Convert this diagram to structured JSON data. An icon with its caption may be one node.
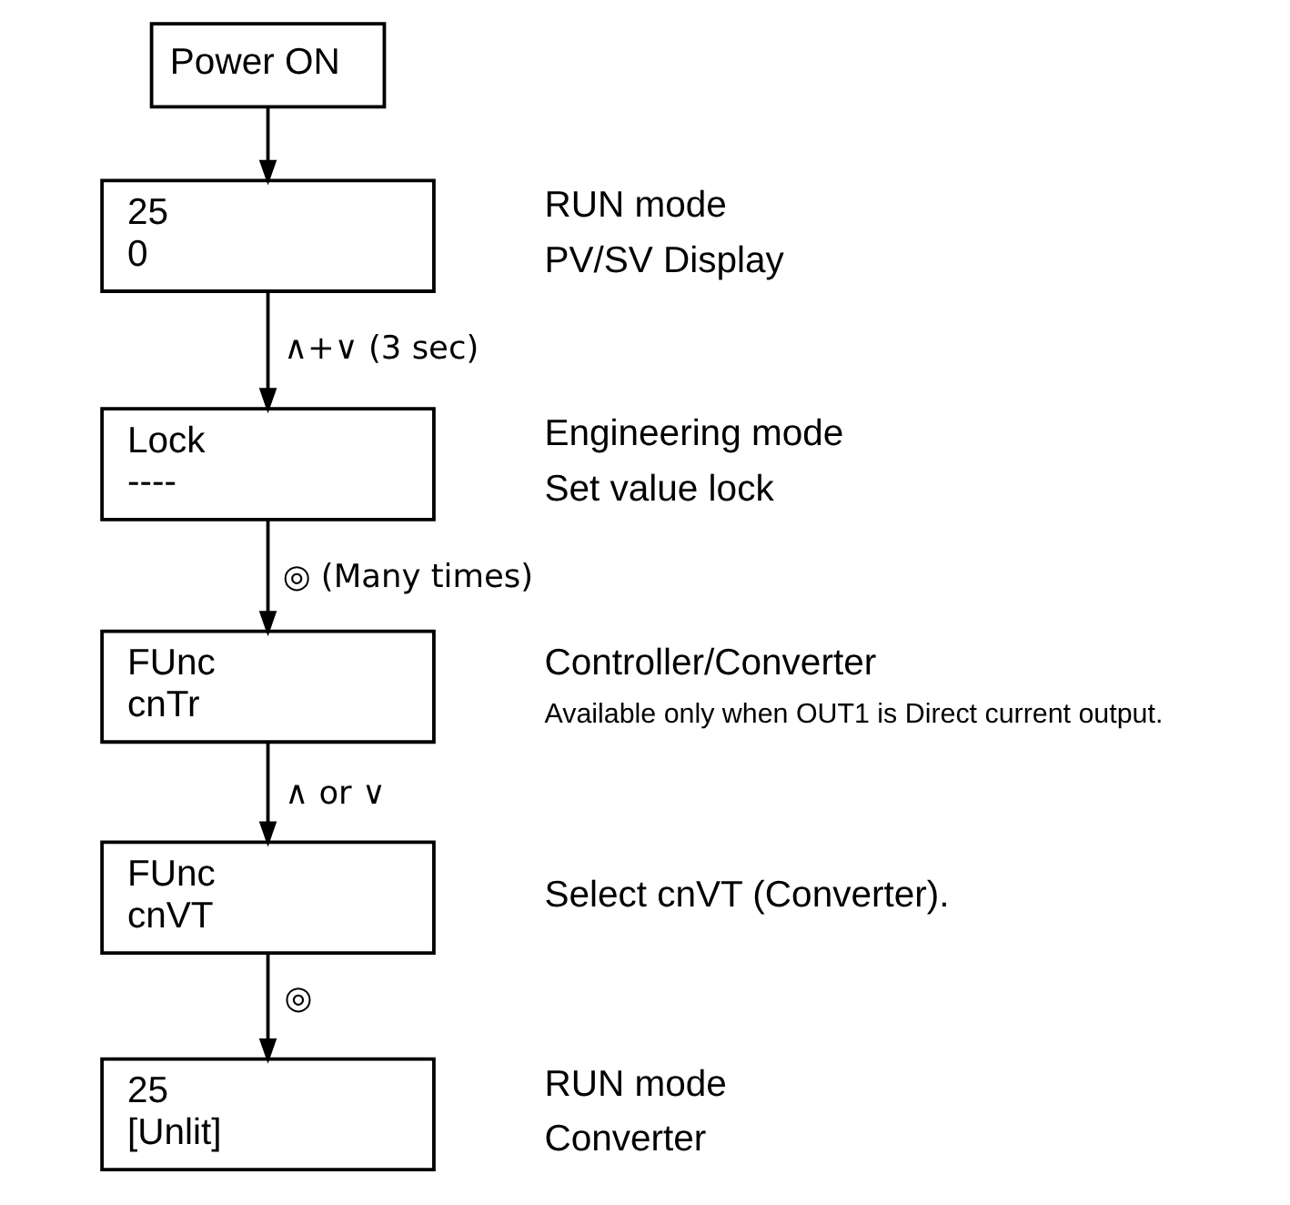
{
  "diagram": {
    "nodes": [
      {
        "text": [
          "Power ON"
        ]
      },
      {
        "text": [
          "25",
          "0"
        ],
        "beside": [
          "RUN mode",
          "PV/SV Display"
        ]
      },
      {
        "text": [
          "Lock",
          "----"
        ],
        "beside": [
          "Engineering mode",
          "Set value lock"
        ]
      },
      {
        "text": [
          "FUnc",
          "cnTr"
        ],
        "beside": [
          "Controller/Converter",
          "Available only when OUT1 is Direct current output."
        ]
      },
      {
        "text": [
          "FUnc",
          "cnVT"
        ],
        "beside": [
          "Select cnVT (Converter)."
        ]
      },
      {
        "text": [
          "25",
          "[Unlit]"
        ],
        "beside": [
          "RUN mode",
          "Converter"
        ]
      }
    ],
    "edges": [
      {
        "from": 0,
        "to": 1,
        "arrow": "to"
      },
      {
        "from": 1,
        "to": 2,
        "arrow": "to",
        "label": "∧+∨ (3 sec)"
      },
      {
        "from": 2,
        "to": 3,
        "arrow": "to",
        "label": "◎ (Many times)"
      },
      {
        "from": 3,
        "to": 4,
        "arrow": "to",
        "label": "∧ or ∨"
      },
      {
        "from": 4,
        "to": 5,
        "arrow": "to",
        "label": "◎"
      }
    ]
  }
}
